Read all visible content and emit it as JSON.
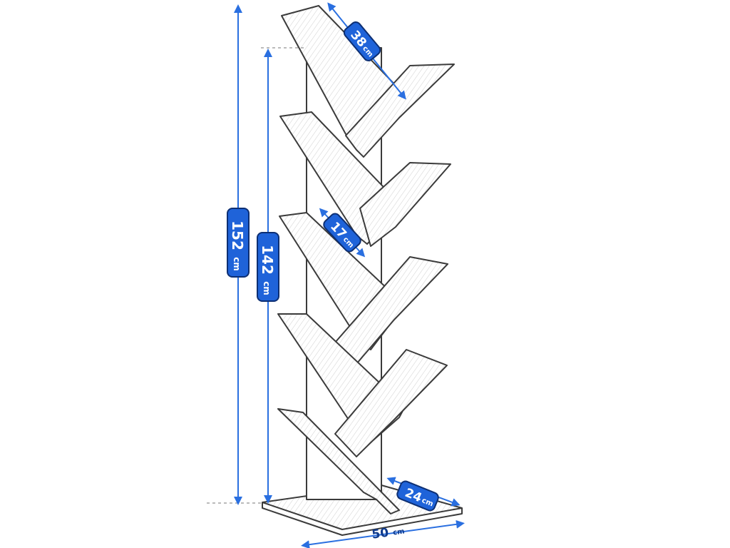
{
  "product": "tree bookshelf",
  "unit": "cm",
  "dimensions": {
    "total_height": {
      "value": "152",
      "unit": "cm"
    },
    "inner_height": {
      "value": "142",
      "unit": "cm"
    },
    "shelf_length": {
      "value": "38",
      "unit": "cm"
    },
    "shelf_gap": {
      "value": "17",
      "unit": "cm"
    },
    "depth": {
      "value": "24",
      "unit": "cm"
    },
    "width": {
      "value": "50",
      "unit": "cm"
    }
  },
  "colors": {
    "dimension_blue": "#1f63d9",
    "label_fill": "#1f63d9",
    "label_outline": "#0d2f73",
    "arrow_blue": "#2a6fe0",
    "sketch_line": "#3b3b3b",
    "guide_dash": "#777777"
  }
}
